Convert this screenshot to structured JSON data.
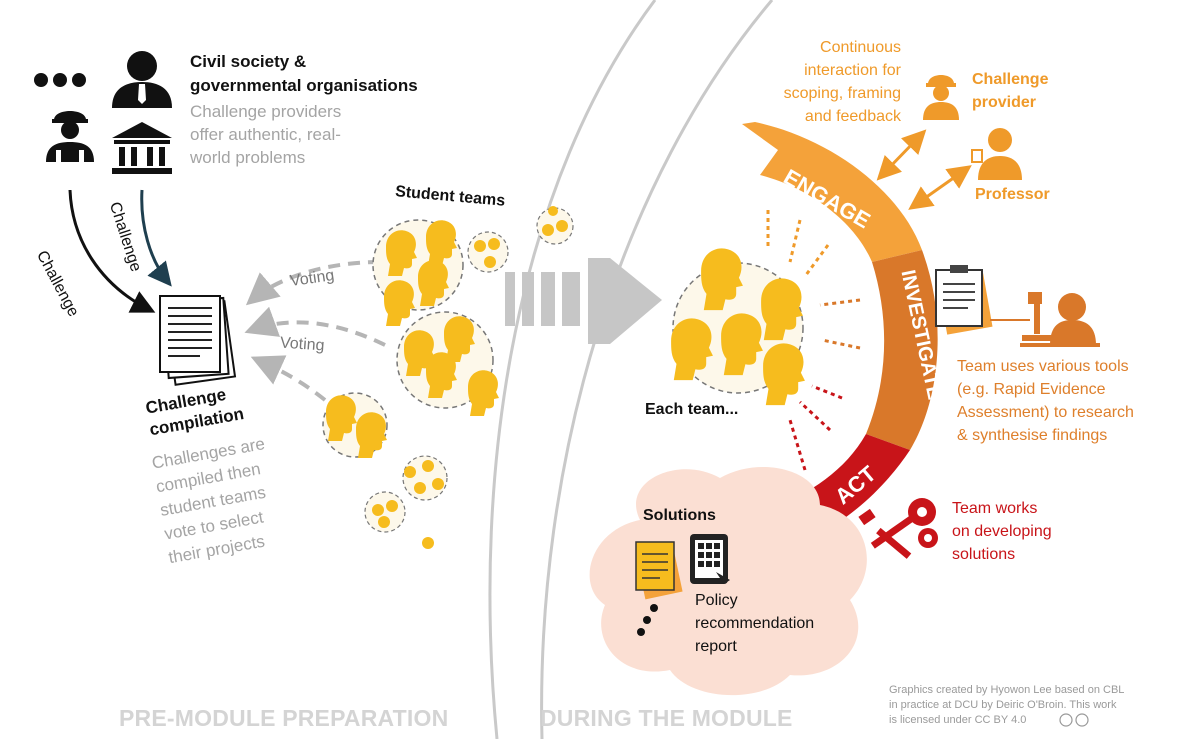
{
  "left": {
    "civil_title": "Civil society &\ngovernmental organisations",
    "civil_desc": "Challenge providers\noffer authentic, real-\nworld problems",
    "challenge_arrow_1": "Challenge",
    "challenge_arrow_2": "Challenge",
    "student_teams": "Student teams",
    "voting_1": "Voting",
    "voting_2": "Voting",
    "compilation_title": "Challenge\ncompilation",
    "compilation_desc": "Challenges are\ncompiled then\nstudent teams\nvote to select\ntheir projects"
  },
  "right": {
    "continuous": "Continuous\ninteraction for\nscoping, framing\nand feedback",
    "challenge_provider": "Challenge\nprovider",
    "professor": "Professor",
    "engage": "ENGAGE",
    "investigate": "INVESTIGATE",
    "act": "ACT",
    "each_team": "Each team...",
    "investigate_desc": "Team uses various tools\n(e.g. Rapid Evidence\nAssessment) to research\n& synthesise findings",
    "act_desc": "Team works\non developing\nsolutions",
    "solutions": "Solutions",
    "policy": "Policy\nrecommendation\nreport"
  },
  "phases": {
    "pre": "PRE-MODULE PREPARATION",
    "during": "DURING THE MODULE"
  },
  "credit": "Graphics created by Hyowon Lee based on CBL\nin practice at DCU by Deiric O'Broin. This work\nis licensed under CC BY 4.0",
  "colors": {
    "yellow": "#f6bc1e",
    "orange": "#ef9a2a",
    "dark_orange": "#d9782a",
    "red": "#c81419",
    "grey_text": "#a4a4a4",
    "phase_text": "#d4d4d4",
    "pink_cloud": "#fbdfd3"
  },
  "icons": [
    "ellipsis-icon",
    "businessman-icon",
    "construction-worker-icon",
    "government-building-icon",
    "document-stack-icon",
    "student-head-icon",
    "professor-icon",
    "clipboard-icon",
    "microscope-scientist-icon",
    "gears-tools-icon",
    "report-document-icon",
    "tablet-icon",
    "cc-license-icon"
  ]
}
